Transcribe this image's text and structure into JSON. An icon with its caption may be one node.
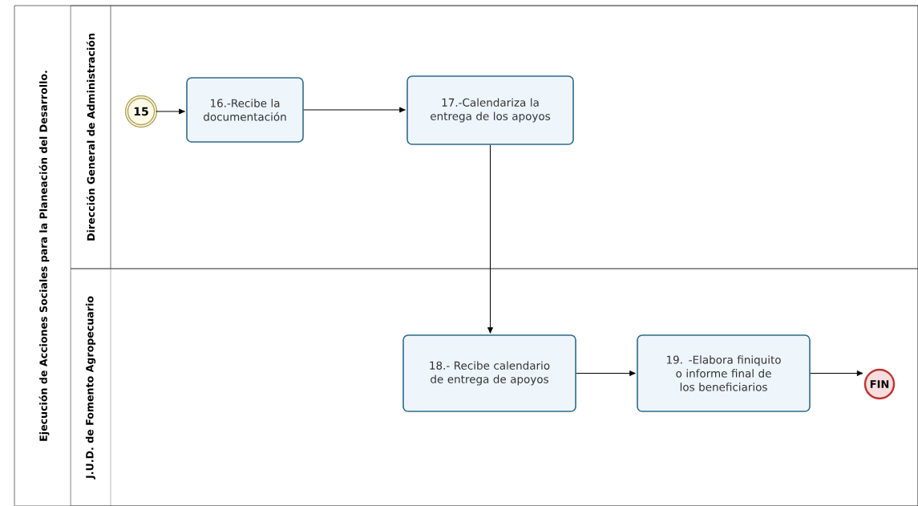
{
  "diagram": {
    "nodes": [
      {
        "text": [
          "Ejecución de Acciones Sociales para la Planeación del Desarrollo."
        ]
      },
      {
        "text": [
          "Dirección General de Administración"
        ],
        "in": 0
      },
      {
        "text": [
          "J.U.D. de Fomento Agropecuario"
        ],
        "in": 0
      },
      {
        "text": [
          "15"
        ],
        "in": 1
      },
      {
        "text": [
          "16.-Recibe la documentación"
        ],
        "in": 1
      },
      {
        "text": [
          "17.-Calendariza la entrega de los apoyos"
        ],
        "in": 1
      },
      {
        "text": [
          "18.- Recibe calendario de entrega de apoyos"
        ],
        "in": 2
      },
      {
        "text": [
          "19. -Elabora finiquito o informe final de los beneficiarios"
        ],
        "in": 2
      },
      {
        "text": [
          "FIN"
        ],
        "in": 2
      }
    ],
    "edges": [
      {
        "from": 3,
        "to": 4,
        "arrow": "to"
      },
      {
        "from": 4,
        "to": 5,
        "arrow": "to"
      },
      {
        "from": 5,
        "to": 6,
        "arrow": "to"
      },
      {
        "from": 6,
        "to": 7,
        "arrow": "to"
      },
      {
        "from": 7,
        "to": 8,
        "arrow": "to"
      }
    ]
  }
}
